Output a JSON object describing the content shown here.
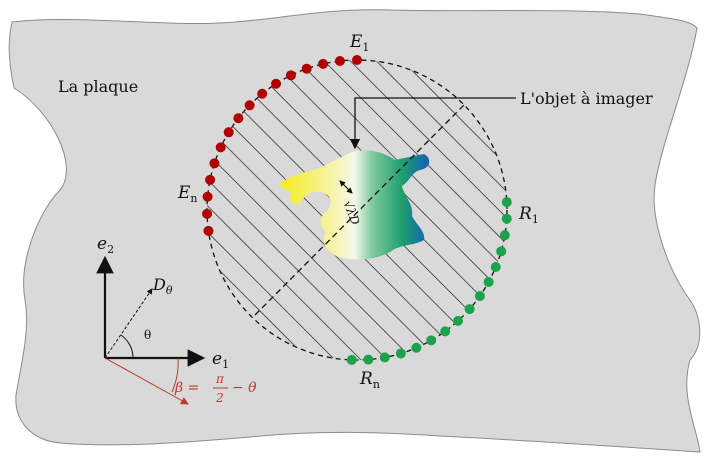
{
  "plate_label": "La plaque",
  "object_label": "L'objet à imager",
  "resolution_label": "√λD",
  "emitters": {
    "first": "E",
    "first_sub": "1",
    "last": "E",
    "last_sub": "n",
    "color": "#b00000"
  },
  "receivers": {
    "first": "R",
    "first_sub": "1",
    "last": "R",
    "last_sub": "n",
    "color": "#1aa34a"
  },
  "axes": {
    "e1": "e",
    "e1_sub": "1",
    "e2": "e",
    "e2_sub": "2",
    "d_theta": "D",
    "d_theta_sub": "θ",
    "theta": "θ",
    "beta_lhs": "β =",
    "beta_num": "π",
    "beta_den": "2",
    "beta_rhs": "− θ",
    "beta_color": "#c0392b"
  },
  "colors": {
    "plate": "#d9d9d9",
    "plate_edge": "#8c8c8c"
  }
}
